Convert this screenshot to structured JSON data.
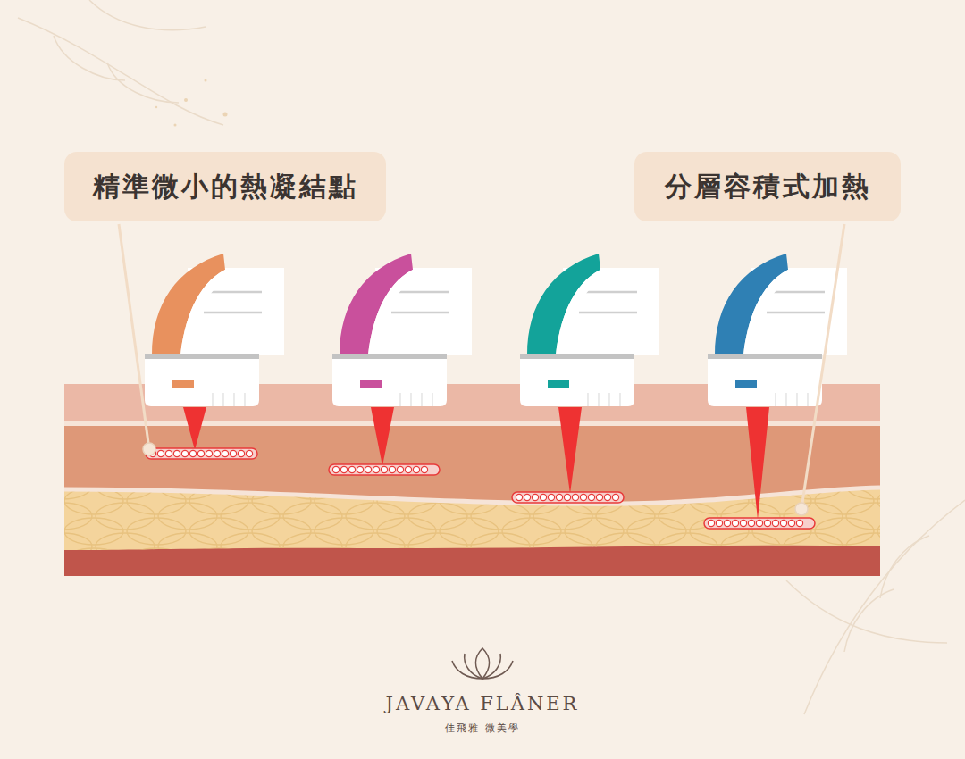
{
  "diagram": {
    "nodes": [
      {
        "text": [
          "精準微小的熱凝結點"
        ]
      },
      {
        "text": [
          "分層容積式加熱"
        ]
      }
    ],
    "labels": [
      "JAVAYA FLÂNER",
      "佳飛雅 微美學"
    ]
  }
}
